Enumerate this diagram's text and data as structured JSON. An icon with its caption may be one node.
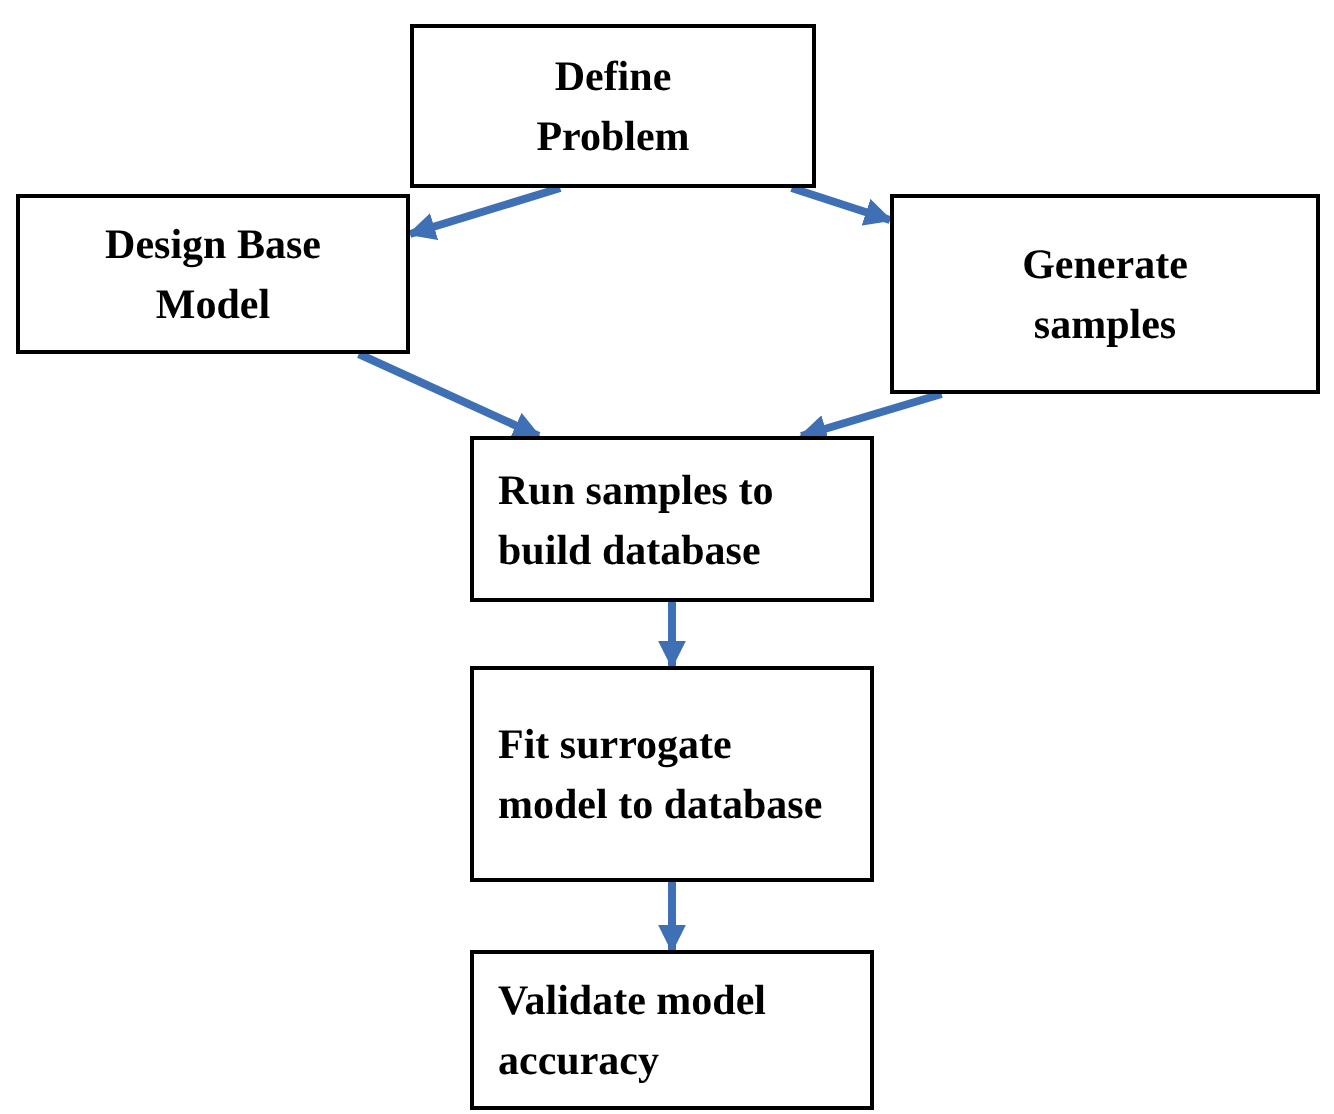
{
  "diagram": {
    "nodes": [
      {
        "text": [
          "Define Problem"
        ]
      },
      {
        "text": [
          "Design Base Model"
        ]
      },
      {
        "text": [
          "Generate samples"
        ]
      },
      {
        "text": [
          "Run samples to build database"
        ]
      },
      {
        "text": [
          "Fit surrogate model to database"
        ]
      },
      {
        "text": [
          "Validate model accuracy"
        ]
      }
    ],
    "edges": [
      {
        "from": 0,
        "to": 1,
        "arrow": "to"
      },
      {
        "from": 0,
        "to": 2,
        "arrow": "to"
      },
      {
        "from": 1,
        "to": 3,
        "arrow": "to"
      },
      {
        "from": 2,
        "to": 3,
        "arrow": "to"
      },
      {
        "from": 3,
        "to": 4,
        "arrow": "to"
      },
      {
        "from": 4,
        "to": 5,
        "arrow": "to"
      }
    ]
  }
}
